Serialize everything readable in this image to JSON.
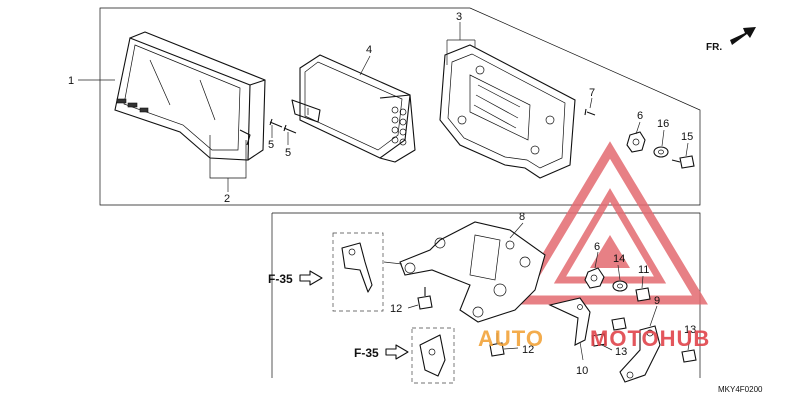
{
  "diagram": {
    "callouts": [
      "1",
      "2",
      "3",
      "4",
      "5",
      "5",
      "6",
      "7",
      "15",
      "16",
      "8",
      "6",
      "14",
      "11",
      "12",
      "12",
      "9",
      "10",
      "13",
      "13"
    ],
    "front_label": "FR.",
    "references": [
      "F-35",
      "F-35"
    ],
    "drawing_code": "MKY4F0200",
    "watermark": {
      "text_left": "AUTO",
      "text_right": "MOTOHUB",
      "color_red": "#e0444a",
      "color_orange": "#f2a33a"
    }
  }
}
